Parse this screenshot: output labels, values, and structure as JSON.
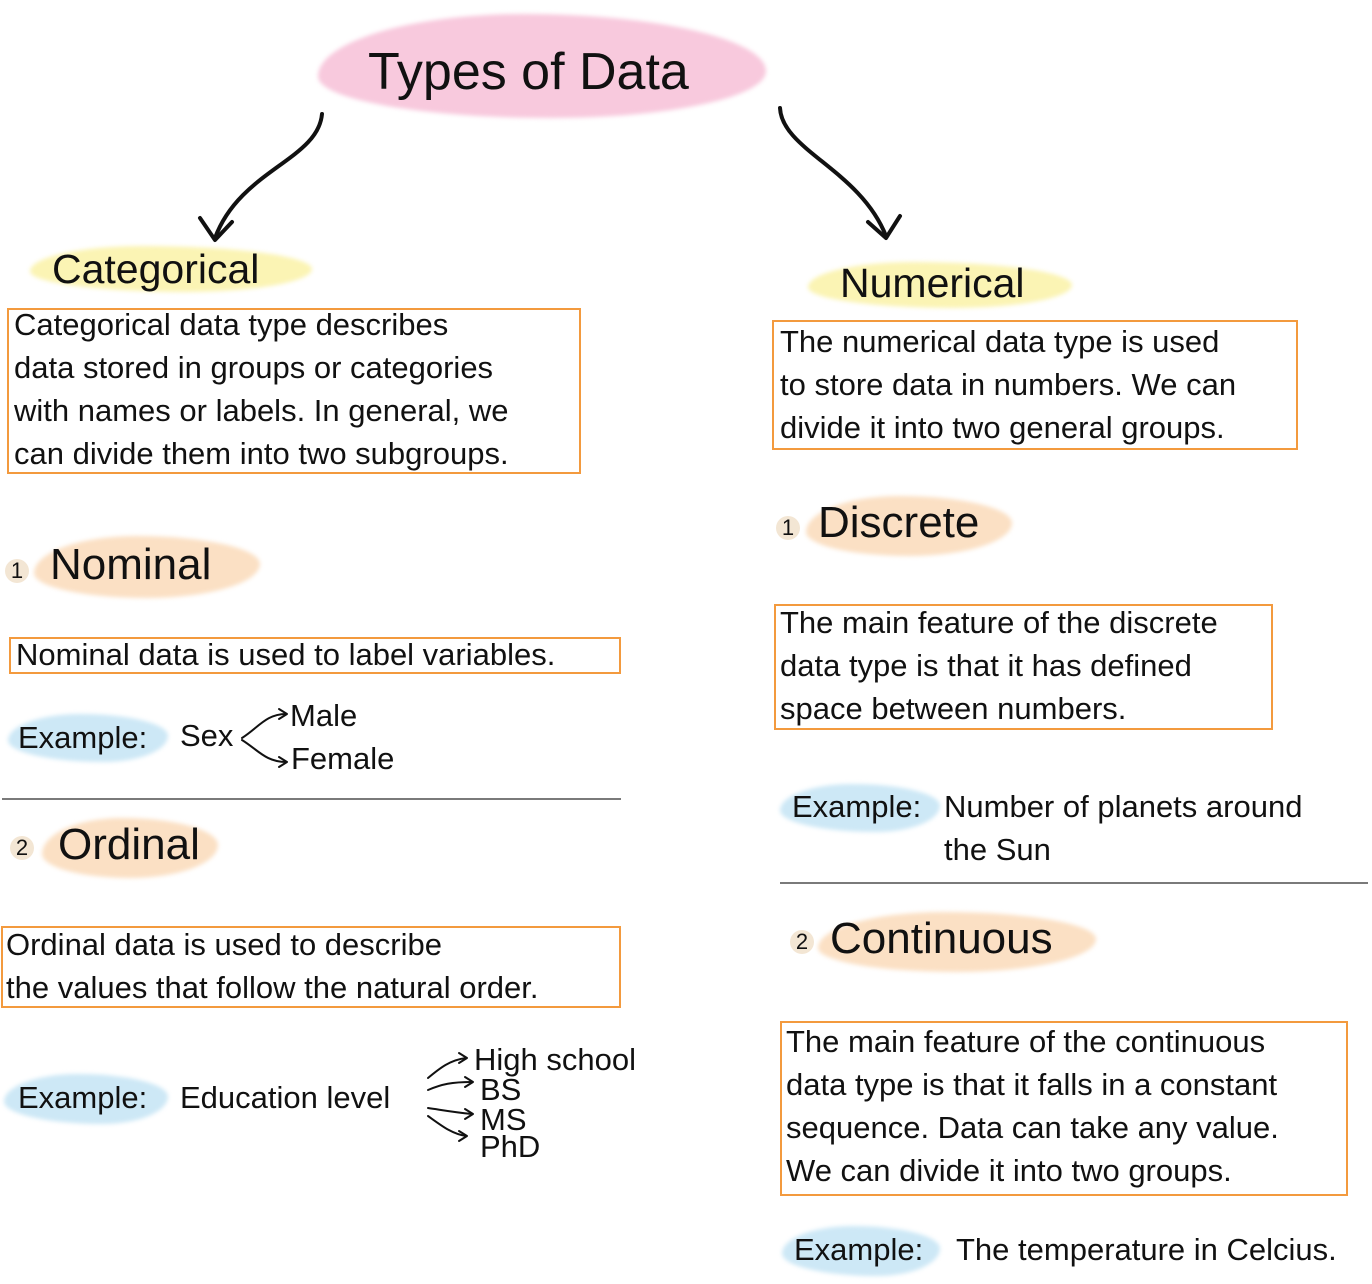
{
  "title": "Types of Data",
  "colors": {
    "title_highlight": "#f8c9dd",
    "heading_highlight": "#fbf4b4",
    "subtype_highlight": "#fbe0c4",
    "example_highlight": "#cde8f6",
    "box_border": "#f39a3e"
  },
  "categorical": {
    "heading": "Categorical",
    "description": "Categorical data type describes\ndata stored in groups or categories\nwith names or labels. In general, we\ncan divide them into two subgroups.",
    "nominal": {
      "number": "1",
      "heading": "Nominal",
      "description": "Nominal data is used to label variables.",
      "example_label": "Example:",
      "example_subject": "Sex",
      "example_values": [
        "Male",
        "Female"
      ]
    },
    "ordinal": {
      "number": "2",
      "heading": "Ordinal",
      "description": "Ordinal data is used to describe\nthe values that follow the natural order.",
      "example_label": "Example:",
      "example_subject": "Education level",
      "example_values": [
        "High school",
        "BS",
        "MS",
        "PhD"
      ]
    }
  },
  "numerical": {
    "heading": "Numerical",
    "description": "The numerical data type is used\nto store data in numbers. We can\ndivide it into two general groups.",
    "discrete": {
      "number": "1",
      "heading": "Discrete",
      "description": "The main feature of the discrete\ndata type is that it has defined\nspace between numbers.",
      "example_label": "Example:",
      "example_text": "Number of planets around\nthe Sun"
    },
    "continuous": {
      "number": "2",
      "heading": "Continuous",
      "description": "The main feature of the continuous\ndata type is that it falls in a constant\nsequence. Data can take any value.\nWe can divide it into two groups.",
      "example_label": "Example:",
      "example_text": "The temperature in Celcius."
    }
  }
}
